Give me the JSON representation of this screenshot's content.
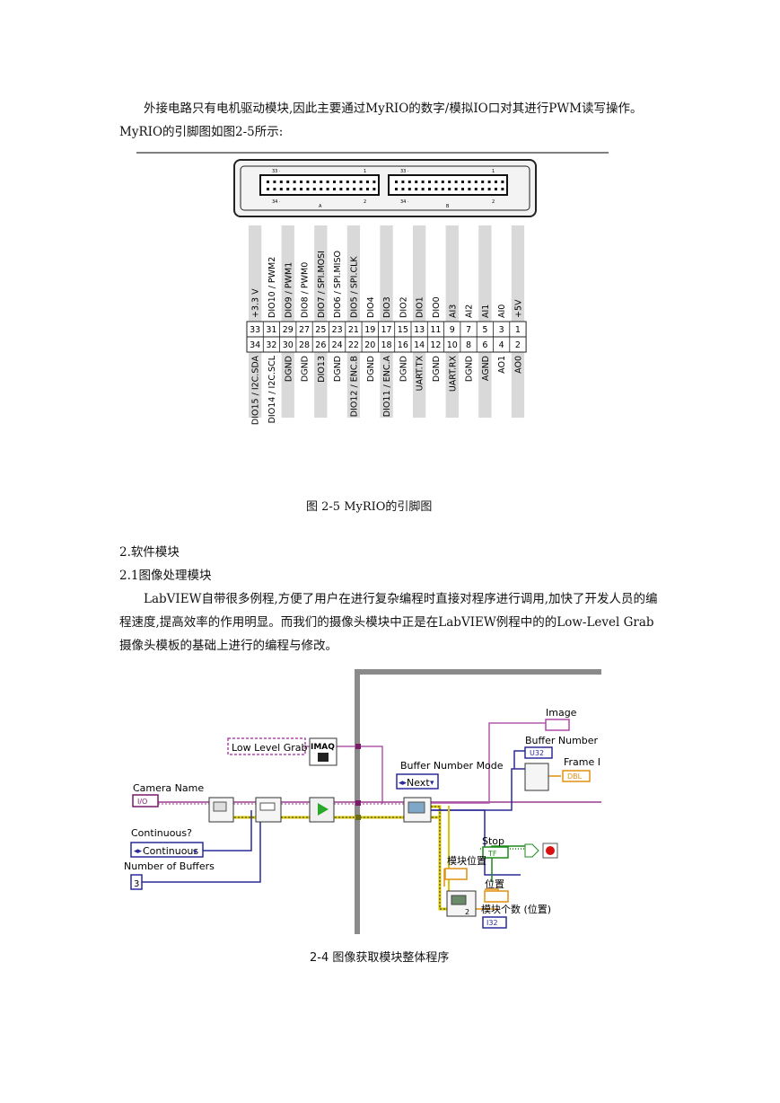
{
  "paragraph1": "外接电路只有电机驱动模块,因此主要通过MyRIO的数字/模拟IO口对其进行PWM读写操作。MyRIO的引脚图如图2-5所示:",
  "figure1": {
    "caption": "图 2-5 MyRIO的引脚图",
    "header_labels": {
      "top_a": "33 ·",
      "top_b": "33 ·",
      "bottom_a": "34 ·",
      "bottom_b": "34 ·",
      "port_a": "A",
      "port_b": "B",
      "end_a1": "1",
      "end_a2": "2",
      "end_b1": "1",
      "end_b2": "2"
    },
    "top_pins": [
      "33",
      "31",
      "29",
      "27",
      "25",
      "23",
      "21",
      "19",
      "17",
      "15",
      "13",
      "11",
      "9",
      "7",
      "5",
      "3",
      "1"
    ],
    "bottom_pins": [
      "34",
      "32",
      "30",
      "28",
      "26",
      "24",
      "22",
      "20",
      "18",
      "16",
      "14",
      "12",
      "10",
      "8",
      "6",
      "4",
      "2"
    ],
    "top_labels": [
      "+3.3 V",
      "DIO10 / PWM2",
      "DIO9 / PWM1",
      "DIO8 / PWM0",
      "DIO7 / SPI.MOSI",
      "DIO6 / SPI.MISO",
      "DIO5 / SPI.CLK",
      "DIO4",
      "DIO3",
      "DIO2",
      "DIO1",
      "DIO0",
      "AI3",
      "AI2",
      "AI1",
      "AI0",
      "+5V"
    ],
    "bottom_labels": [
      "DIO15 / I2C.SDA",
      "DIO14 / I2C.SCL",
      "DGND",
      "DGND",
      "DIO13",
      "DGND",
      "DIO12 / ENC.B",
      "DGND",
      "DIO11 / ENC.A",
      "DGND",
      "UART.TX",
      "DGND",
      "UART.RX",
      "DGND",
      "AGND",
      "AO1",
      "AO0"
    ]
  },
  "section_heading": "2.软件模块",
  "subsection_heading": "2.1图像处理模块",
  "paragraph2": "LabVIEW自带很多例程,方便了用户在进行复杂编程时直接对程序进行调用,加快了开发人员的编程速度,提高效率的作用明显。而我们的摄像头模块中正是在LabVIEW例程中的的Low-Level Grab摄像头模板的基础上进行的编程与修改。",
  "figure2": {
    "caption": "2-4 图像获取模块整体程序",
    "low_level_grab": "Low Level Grab",
    "imaq": "IMAQ",
    "camera_name": "Camera Name",
    "io_tag": "I/O",
    "continuous_q": "Continuous?",
    "continuous_value": "Continuous",
    "number_of_buffers": "Number of Buffers",
    "buffers_value": "3",
    "buffer_number_mode": "Buffer Number Mode",
    "next_value": "Next",
    "image": "Image",
    "buffer_number": "Buffer Number",
    "u32": "U32",
    "frame": "Frame I",
    "dbl": "DBL",
    "stop": "Stop",
    "tf": "TF",
    "module_position": "模块位置",
    "position": "位置",
    "module_count": "模块个数 (位置)",
    "i32": "I32",
    "iter_count": "2"
  }
}
